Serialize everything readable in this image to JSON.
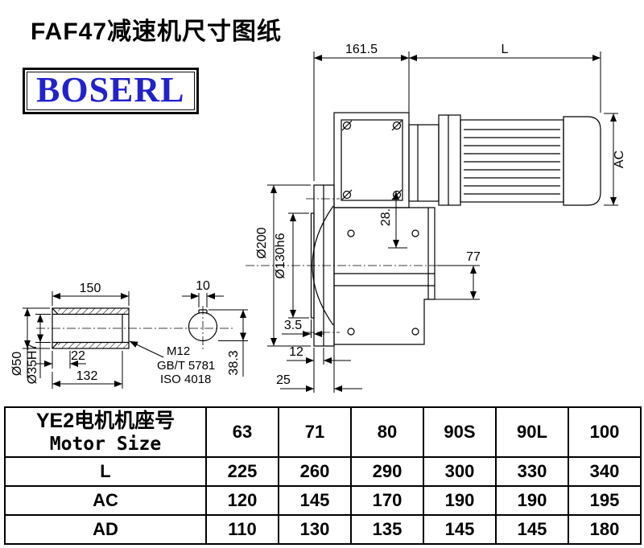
{
  "page": {
    "title": "FAF47减速机尺寸图纸",
    "logo_text": "BOSERL"
  },
  "drawing": {
    "dims": {
      "d161_5": "161.5",
      "L": "L",
      "AC": "AC",
      "d200": "Ø200",
      "d130": "Ø130h6",
      "d28": "28.",
      "d77": "77",
      "d3_5": "3.5",
      "d12": "12",
      "d25": "25",
      "d38_3": "38.3"
    },
    "shaft": {
      "d150": "150",
      "d10": "10",
      "d22": "22",
      "d132": "132",
      "d50": "Ø50",
      "d35": "Ø35H7",
      "thread": "M12",
      "std_gb": "GB/T 5781",
      "std_iso": "ISO 4018"
    }
  },
  "table": {
    "header_cn": "YE2电机机座号",
    "header_en": "Motor Size",
    "columns": [
      "63",
      "71",
      "80",
      "90S",
      "90L",
      "100"
    ],
    "rows": [
      {
        "label": "L",
        "values": [
          "225",
          "260",
          "290",
          "300",
          "330",
          "340"
        ]
      },
      {
        "label": "AC",
        "values": [
          "120",
          "145",
          "170",
          "190",
          "190",
          "195"
        ]
      },
      {
        "label": "AD",
        "values": [
          "110",
          "130",
          "135",
          "145",
          "145",
          "180"
        ]
      }
    ]
  }
}
